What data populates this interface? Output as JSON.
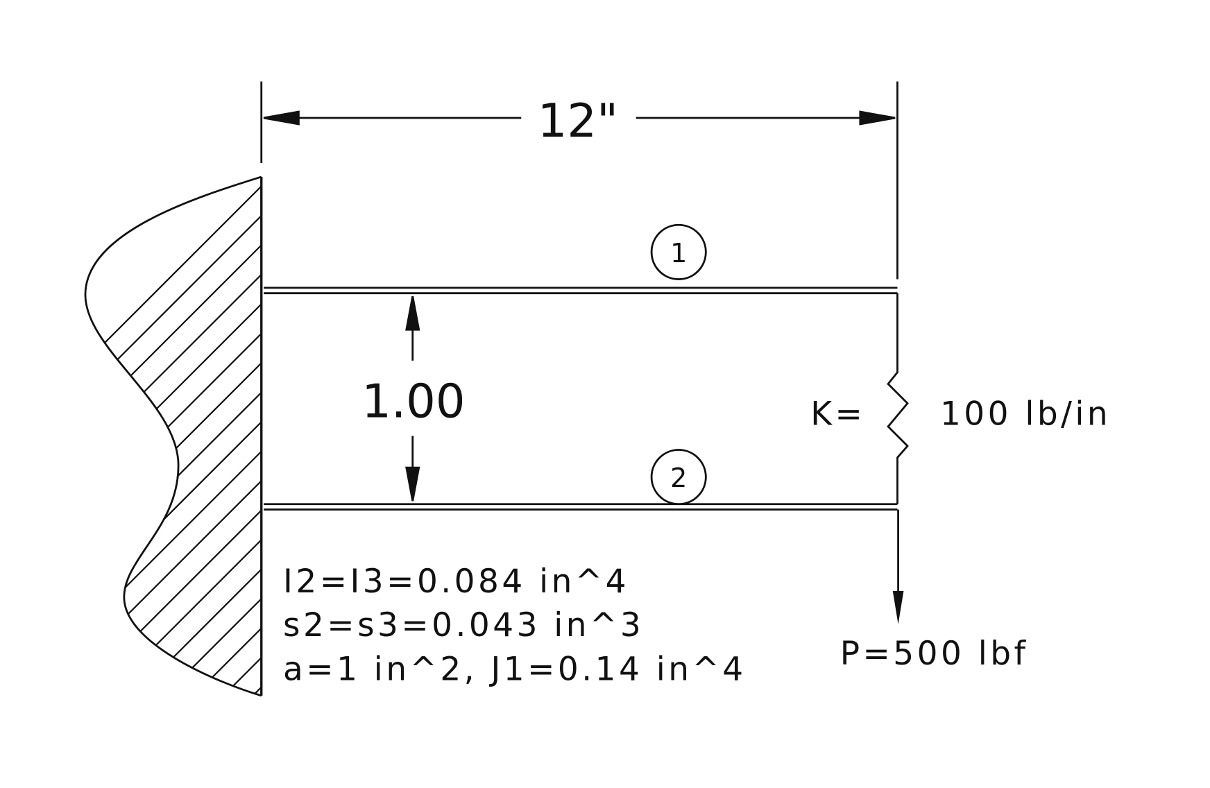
{
  "dimensions": {
    "length": "12\"",
    "spacing": "1.00"
  },
  "members": {
    "member_1": "1",
    "member_2": "2"
  },
  "spring": {
    "label": "K=",
    "value": "100 lb/in"
  },
  "load": {
    "label": "P=500 lbf"
  },
  "properties": [
    "I2=I3=0.084  in^4",
    "s2=s3=0.043  in^3",
    "a=1  in^2,  J1=0.14  in^4"
  ],
  "colors": {
    "ink": "#111111",
    "background": "#ffffff"
  }
}
